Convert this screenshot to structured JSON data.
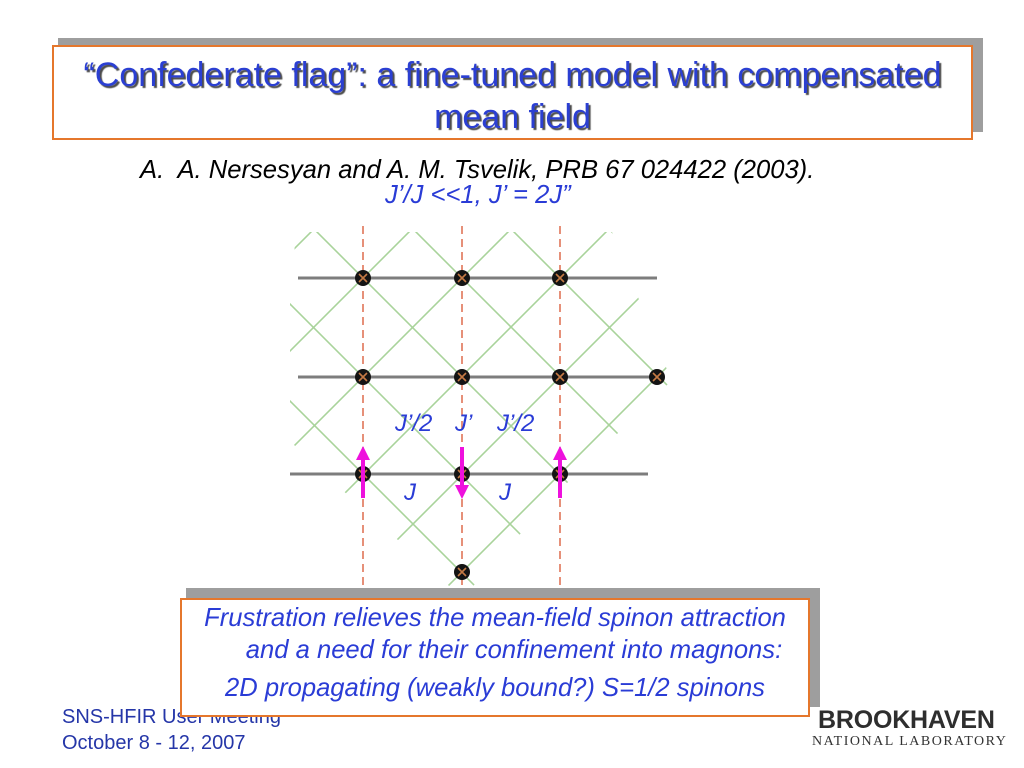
{
  "slide": {
    "title": {
      "line1": "“Confederate flag”: a fine-tuned model with compensated",
      "line2": "mean field"
    },
    "citation": "A.  A. Nersesyan and A. M. Tsvelik, PRB 67 024422 (2003).",
    "condition": "J’/J <<1, J’ = 2J”"
  },
  "diagram": {
    "bond_labels": {
      "jprime_half_left": "J’/2",
      "jprime": "J’",
      "jprime_half_right": "J’/2",
      "j_left": "J",
      "j_right": "J"
    },
    "spin_icons": [
      "spin-up-arrow-icon",
      "spin-down-arrow-icon",
      "spin-up-arrow-icon"
    ]
  },
  "callout": {
    "line1": "Frustration relieves the mean-field spinon attraction",
    "line2": "and a need for their confinement into magnons:",
    "line3": "2D propagating (weakly bound?) S=1/2 spinons"
  },
  "footer": {
    "event": "SNS-HFIR User Meeting",
    "dates": "October 8 - 12, 2007"
  },
  "logo": {
    "name": "BROOKHAVEN",
    "subtitle": "NATIONAL LABORATORY"
  },
  "colors": {
    "title_text": "#2b3fd2",
    "body_text": "#2a3cd6",
    "box_border": "#e5772c",
    "box_shadow": "#9e9e9e",
    "spin_arrow": "#ee11dd",
    "diagonal_bond": "#a9d39b",
    "chain_bond": "#7d7d7d",
    "dashed_line": "#e07458",
    "footer_text": "#2536a8"
  }
}
